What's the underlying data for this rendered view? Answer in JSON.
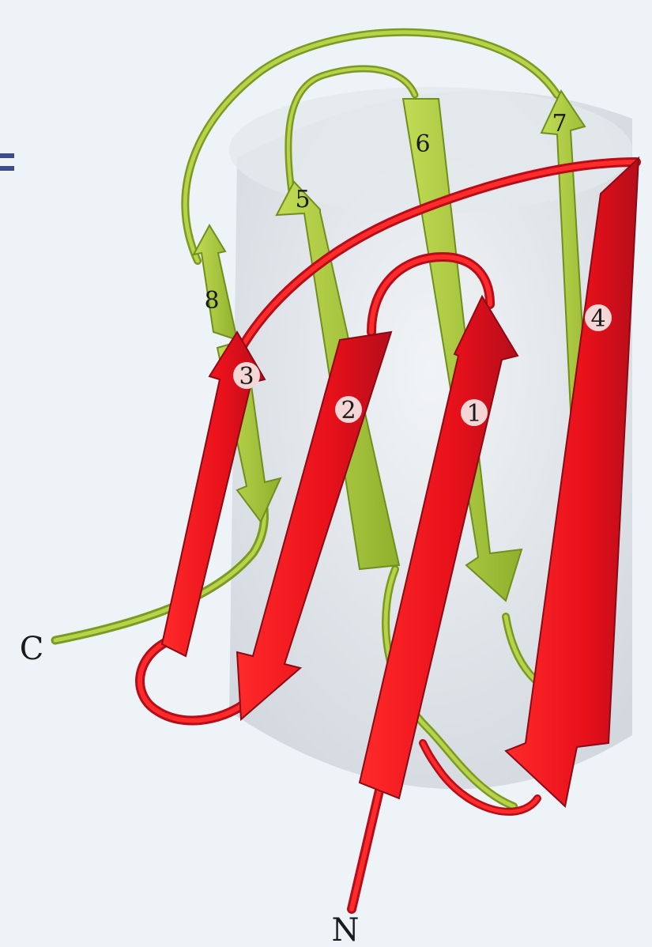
{
  "diagram": {
    "strands": [
      {
        "id": "1",
        "color": "red"
      },
      {
        "id": "2",
        "color": "red"
      },
      {
        "id": "3",
        "color": "red"
      },
      {
        "id": "4",
        "color": "red"
      },
      {
        "id": "5",
        "color": "green"
      },
      {
        "id": "6",
        "color": "green"
      },
      {
        "id": "7",
        "color": "green"
      },
      {
        "id": "8",
        "color": "green"
      }
    ],
    "terminus_c": "C",
    "terminus_n": "N"
  },
  "colors": {
    "red_strand": "#e8101a",
    "red_dark": "#9e0b1c",
    "green_strand": "#a6c63a",
    "green_dark": "#6f8f1f",
    "barrel": "#d9dee4",
    "background": "#eef3f7"
  }
}
